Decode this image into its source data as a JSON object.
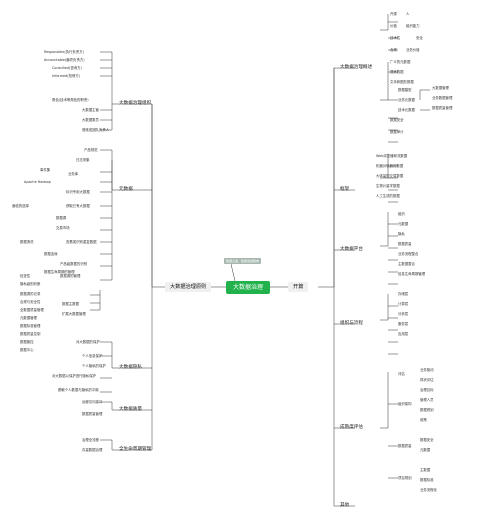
{
  "title": "大数据治理",
  "tag": "数据之美，数据发掘精神",
  "colors": {
    "root": "#22b24c",
    "line": "#333333",
    "branch_bg": "#f0f0f0"
  },
  "branches": {
    "left": {
      "strategy": "大数据治理原则"
    },
    "right": {
      "overview": "开篇"
    }
  },
  "left_sections": {
    "org": "大数据治理组织",
    "sources": "元数据",
    "privacy": "大数据隐私",
    "quality": "大数据质量",
    "lifecycle": "全生命周期管理"
  },
  "left_items": [
    "Responsible(执行负责方)",
    "Accountable(最终负责方)",
    "Consulted(咨询方)",
    "Informed(知情方)",
    "角色(技术等角色的职责)",
    "大数据主管",
    "大数据委员",
    "首席或团队负责人",
    "产品规范",
    "日志采集",
    "事件集",
    "业务库",
    "Apache Hadoop",
    "标识专用大数据",
    "面临的选择",
    "获取已有大数据",
    "数据源",
    "交易市场",
    "数据清洗",
    "查看或识别重复数据",
    "数据血缘",
    "产品级数据的识别",
    "数据生命周期的管理",
    "检查性",
    "数据源的管理",
    "隐私级别判断",
    "数据源的记录",
    "合规与安全性",
    "全数据质量管理",
    "元数据管理",
    "数据标准管理",
    "数据主数据",
    "数据质量控制",
    "扩展大数据管理",
    "数据管控",
    "数据中心",
    "对大数据的保护",
    "个人信息保护",
    "个人隐私的保护",
    "对大数据以保护进行隐私保护",
    "脱敏个人数据与隐私的平衡",
    "远程访问接口",
    "数据质量管理",
    "治理全流程",
    "存量数据治理"
  ],
  "right_sections": {
    "concepts": "大数据治理概述",
    "framework": "框架",
    "platform": "大数据平台",
    "assets": "组织与流程",
    "review": "成熟度评估",
    "misc": "其他"
  },
  "right_items": [
    "开源",
    "人",
    "价值",
    "组织能力",
    "技术性",
    "安全",
    "合规",
    "业务价值",
    "广义的元数据",
    "提炼数据",
    "文本和图形数据",
    "数据模型",
    "大数据管理",
    "业务数据管理",
    "数据质量管理",
    "业务元数据",
    "技术元数据",
    "数据安全",
    "数据审计",
    "Web浏览器和流数据",
    "机器对机器的数据",
    "大体量的交易数据",
    "生物计量学数据",
    "人工生成的数据",
    "组织",
    "元数据",
    "隐私",
    "数据质量",
    "业务流程整合",
    "主数据整合",
    "信息生命周期管理",
    "存储层",
    "计算层",
    "分析层",
    "服务层",
    "应用层",
    "评估",
    "业务驱动",
    "现状评估",
    "治理目标",
    "组织架构",
    "管理人员",
    "数据规划",
    "政策",
    "数据质量",
    "数据安全",
    "元数据",
    "项目规划",
    "主数据",
    "数据标准",
    "业务流程化"
  ]
}
